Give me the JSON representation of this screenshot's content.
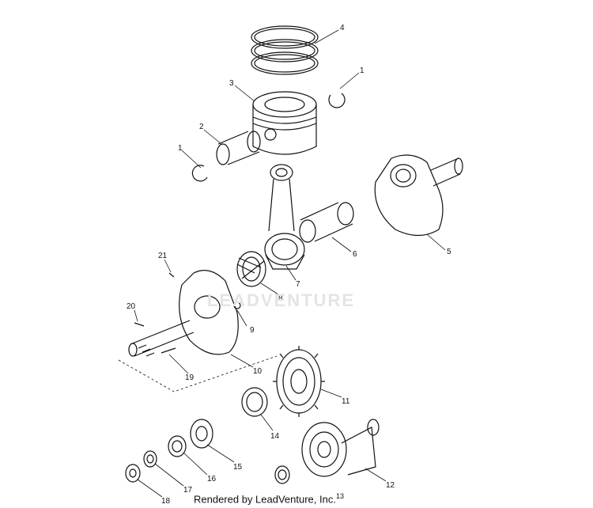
{
  "watermark": "LEADVENTURE",
  "footer": {
    "text": "Rendered by LeadVenture, Inc.",
    "sup": "13"
  },
  "callouts": [
    {
      "id": "c4",
      "text": "4"
    },
    {
      "id": "c1a",
      "text": "1"
    },
    {
      "id": "c3",
      "text": "3"
    },
    {
      "id": "c2",
      "text": "2"
    },
    {
      "id": "c1b",
      "text": "1"
    },
    {
      "id": "c6",
      "text": "6"
    },
    {
      "id": "c5",
      "text": "5"
    },
    {
      "id": "c7",
      "text": "7"
    },
    {
      "id": "c21",
      "text": "21"
    },
    {
      "id": "c8",
      "text": "8"
    },
    {
      "id": "c20",
      "text": "20"
    },
    {
      "id": "c9",
      "text": "9"
    },
    {
      "id": "c10",
      "text": "10"
    },
    {
      "id": "c19",
      "text": "19"
    },
    {
      "id": "c11",
      "text": "11"
    },
    {
      "id": "c14",
      "text": "14"
    },
    {
      "id": "c15",
      "text": "15"
    },
    {
      "id": "c16",
      "text": "16"
    },
    {
      "id": "c17",
      "text": "17"
    },
    {
      "id": "c18",
      "text": "18"
    },
    {
      "id": "c12",
      "text": "12"
    }
  ]
}
